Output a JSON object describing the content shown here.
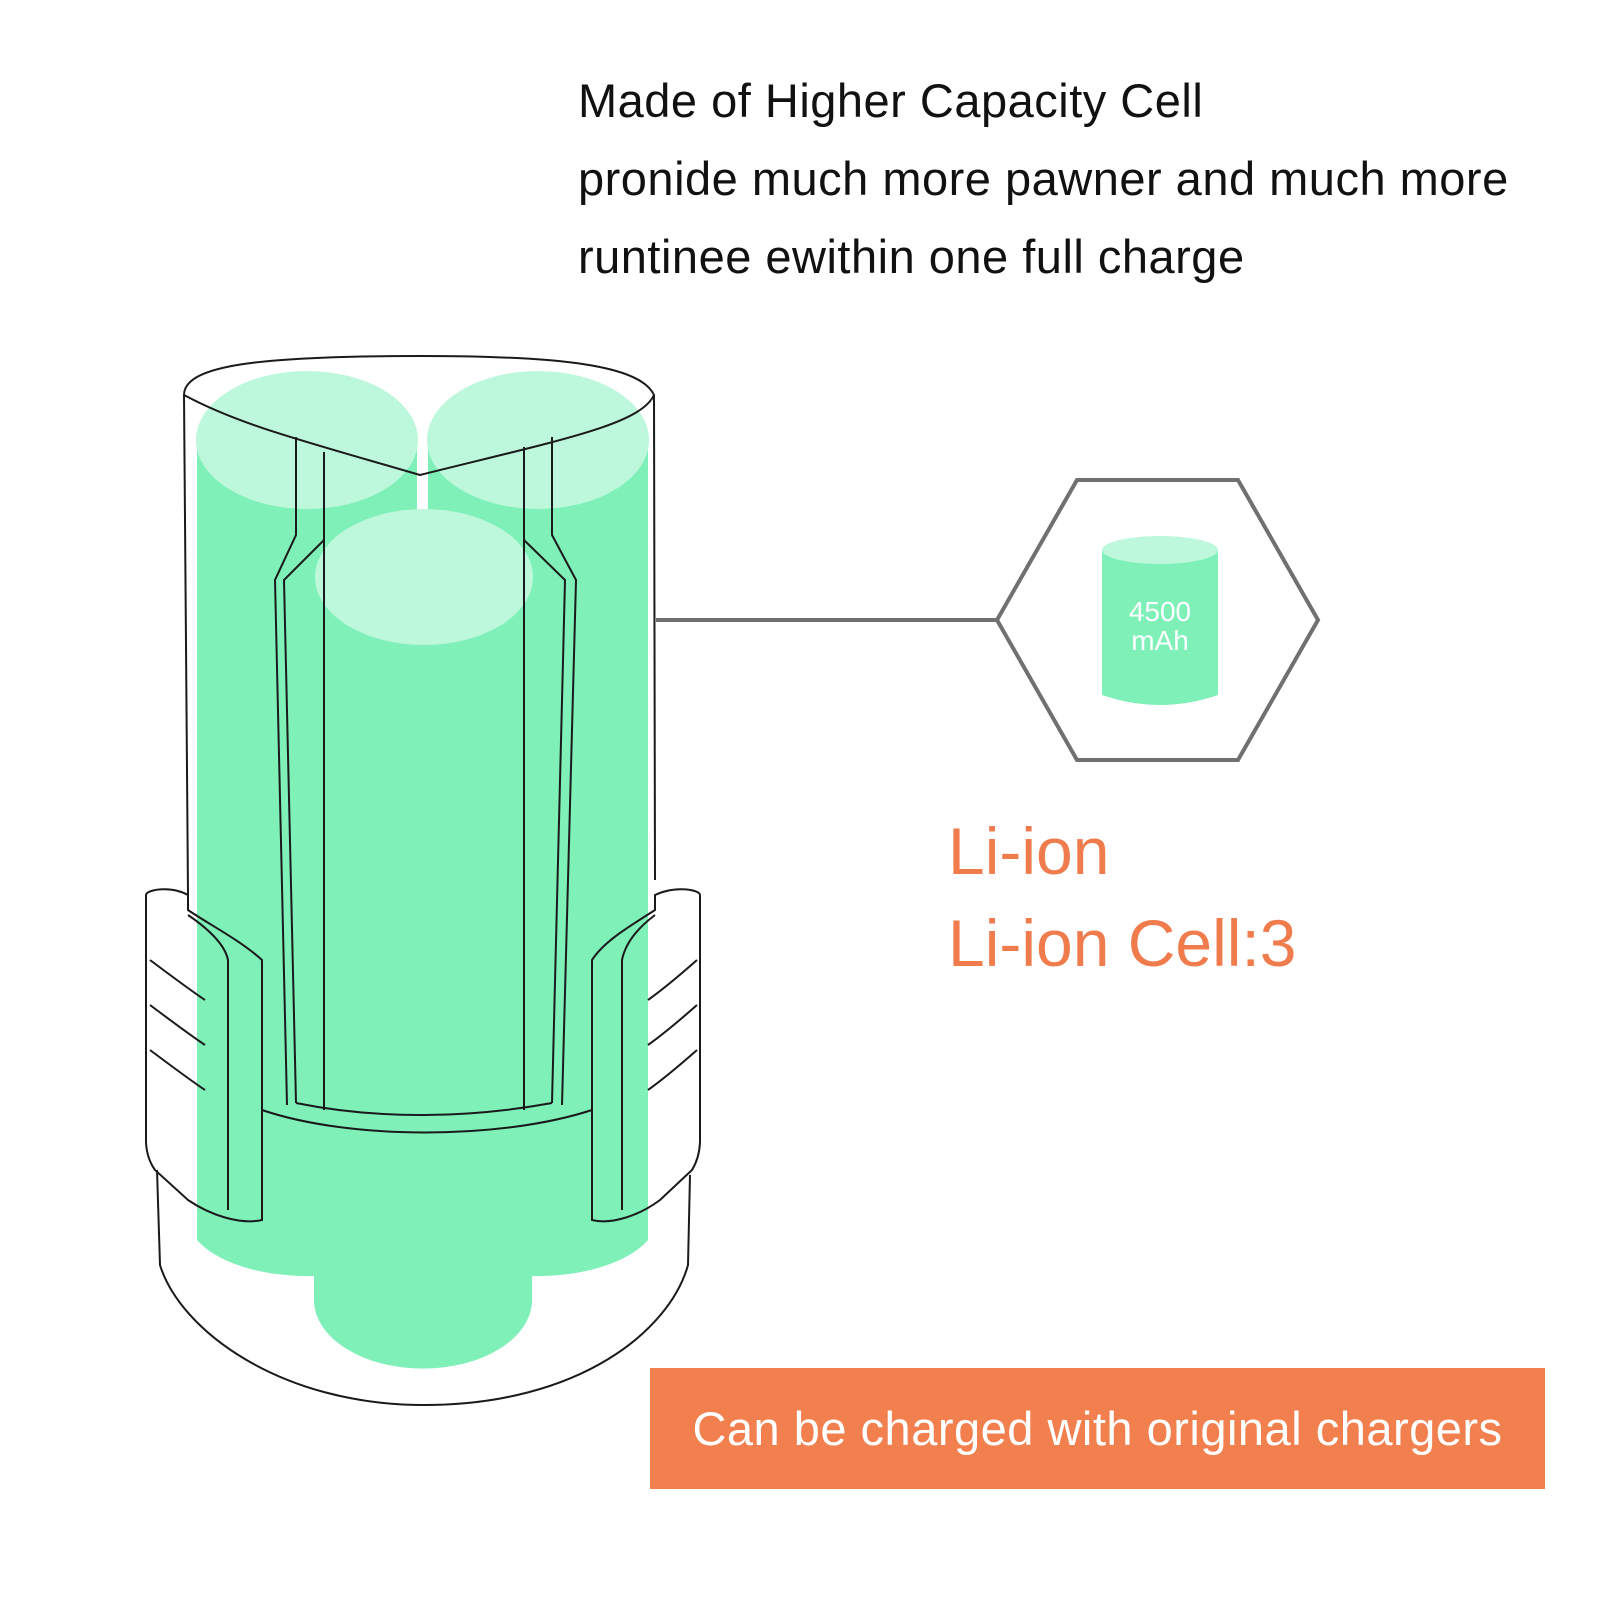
{
  "headline": {
    "line1": "Made of Higher Capacity Cell",
    "line2": "pronide much more pawner and much more",
    "line3": "runtinee ewithin one full charge"
  },
  "badge": {
    "capacity_value": "4500",
    "capacity_unit": "mAh"
  },
  "specs": {
    "chemistry": "Li-ion",
    "cell_count": "Li-ion Cell:3"
  },
  "banner": {
    "text": "Can be charged with original chargers"
  },
  "colors": {
    "cell_green": "#7ef0b8",
    "cell_top": "#bdf8dc",
    "accent_orange": "#f2804f",
    "outline": "#1a1a1a",
    "hex_stroke": "#707070"
  },
  "icons": [
    "battery-pack-illustration",
    "hexagon-frame",
    "battery-cell-icon"
  ]
}
